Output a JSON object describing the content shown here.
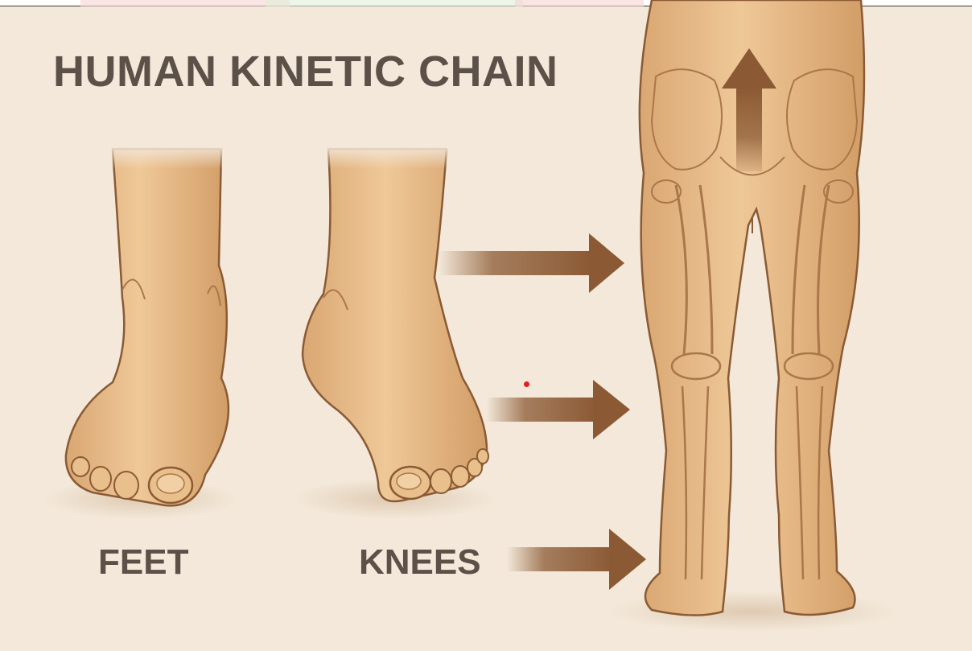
{
  "title": "HUMAN KINETIC CHAIN",
  "labels": {
    "feet": "FEET",
    "knees": "KNEES"
  },
  "colors": {
    "background": "#f3e8d9",
    "text": "#5c5148",
    "skin": "#e9bf8c",
    "skin_shadow": "#c9955e",
    "outline": "#8a5a35",
    "arrow": "#8b5a34",
    "marker": "#e02020"
  },
  "icons": {
    "arrow": "arrow-right-icon",
    "up_arrow": "arrow-up-icon"
  }
}
